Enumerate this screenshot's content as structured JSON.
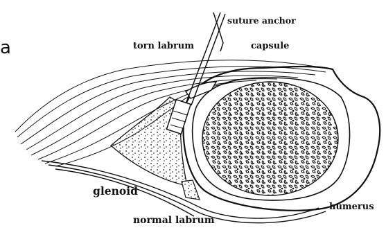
{
  "figure": {
    "panel_letter": "a",
    "labels": {
      "suture_anchor": "suture anchor",
      "torn_labrum": "torn labrum",
      "capsule": "capsule",
      "glenoid": "glenoid",
      "normal_labrum": "normal labrum",
      "humerus": "humerus"
    }
  },
  "colors": {
    "ink": "#111111",
    "background": "#ffffff"
  }
}
